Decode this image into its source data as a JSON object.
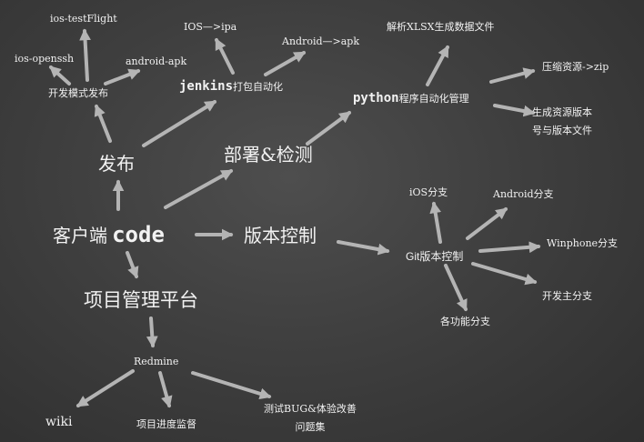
{
  "nodes": {
    "testflight": "ios-testFlight",
    "openssh": "ios-openssh",
    "android_apk_small": "android-apk",
    "dev_mode_release": "开发模式发布",
    "ios_ipa": "IOS—>ipa",
    "android_apk": "Android—>apk",
    "jenkins_word": "jenkins",
    "jenkins_rest": "打包自动化",
    "parse_xlsx": "解析XLSX生成数据文件",
    "python_word": "python",
    "python_rest": "程序自动化管理",
    "compress": "压缩资源->zip",
    "version_gen_line1": "生成资源版本",
    "version_gen_line2": "号与版本文件",
    "release": "发布",
    "deploy": "部署&检测",
    "ios_branch": "iOS分支",
    "android_branch": "Android分支",
    "client_prefix": "客户端",
    "code_word": "code",
    "version_control": "版本控制",
    "git": "Git版本控制",
    "winphone_branch": "Winphone分支",
    "dev_main_branch": "开发主分支",
    "feature_branches": "各功能分支",
    "pm_platform": "项目管理平台",
    "redmine": "Redmine",
    "wiki": "wiki",
    "progress": "项目进度监督",
    "bug_line1": "测试BUG&体验改善",
    "bug_line2": "问题集"
  },
  "colors": {
    "arrow": "#b4b4b4",
    "text": "#f2f2f2"
  }
}
